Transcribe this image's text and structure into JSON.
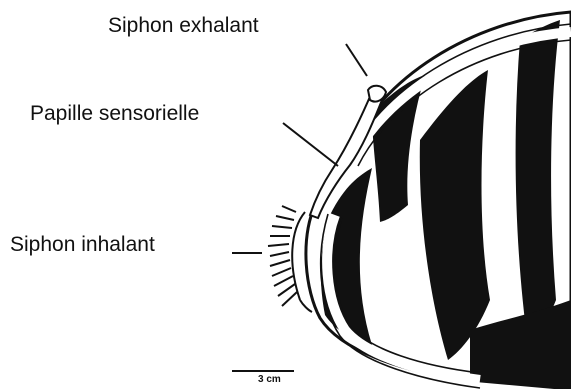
{
  "labels": {
    "siphon_exhalant": "Siphon exhalant",
    "papille_sensorielle": "Papille sensorielle",
    "siphon_inhalant": "Siphon inhalant"
  },
  "scale_bar": {
    "text": "3 cm"
  },
  "colors": {
    "ink": "#111111",
    "background": "#ffffff"
  }
}
